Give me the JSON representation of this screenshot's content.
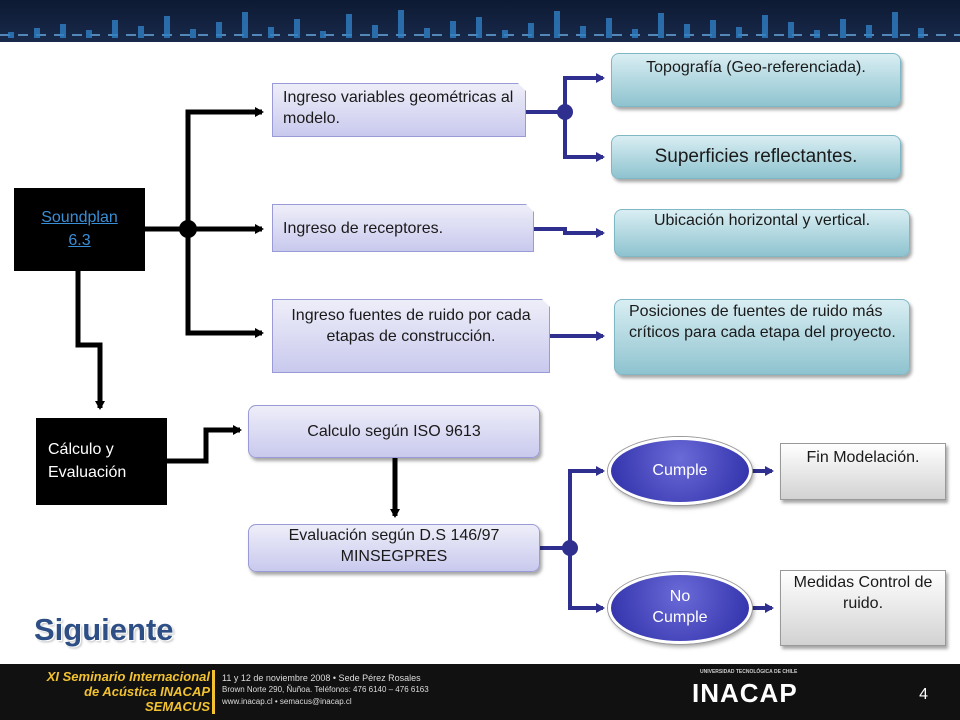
{
  "nodes": {
    "soundplan": "Soundplan 6.3",
    "calculo_evaluacion": "Cálculo y Evaluación",
    "ingreso_variables": "Ingreso variables geométricas al modelo.",
    "ingreso_receptores": "Ingreso de receptores.",
    "ingreso_fuentes": "Ingreso fuentes de ruido por cada etapas de construcción.",
    "topografia": "Topografía (Geo-referenciada).",
    "superficies": "Superficies reflectantes.",
    "ubicacion": "Ubicación horizontal y vertical.",
    "posiciones": "Posiciones de fuentes de ruido más críticos para cada etapa del proyecto.",
    "calculo_iso": "Calculo según ISO 9613",
    "evaluacion_ds": "Evaluación según D.S 146/97 MINSEGPRES",
    "cumple": "Cumple",
    "no_cumple": "No Cumple",
    "fin_modelacion": "Fin Modelación.",
    "medidas_control": "Medidas Control de ruido."
  },
  "slide": {
    "siguiente": "Siguiente",
    "page_number": "4"
  },
  "footer": {
    "seminar_line1": "XI Seminario Internacional",
    "seminar_line2": "de Acústica INACAP",
    "seminar_line3": "SEMACUS",
    "date_place": "11 y 12 de noviembre 2008 • Sede Pérez Rosales",
    "address": "Brown Norte 290, Ñuñoa. Teléfonos: 476 6140 – 476 6163",
    "web": "www.inacap.cl • semacus@inacap.cl",
    "uni": "UNIVERSIDAD TECNOLÓGICA DE CHILE",
    "logo": "INACAP"
  },
  "colors": {
    "black_connector": "#000000",
    "blue_connector": "#2f2f8f",
    "oval_fill": "#3b3bb0",
    "title_blue": "#2e4f86"
  }
}
